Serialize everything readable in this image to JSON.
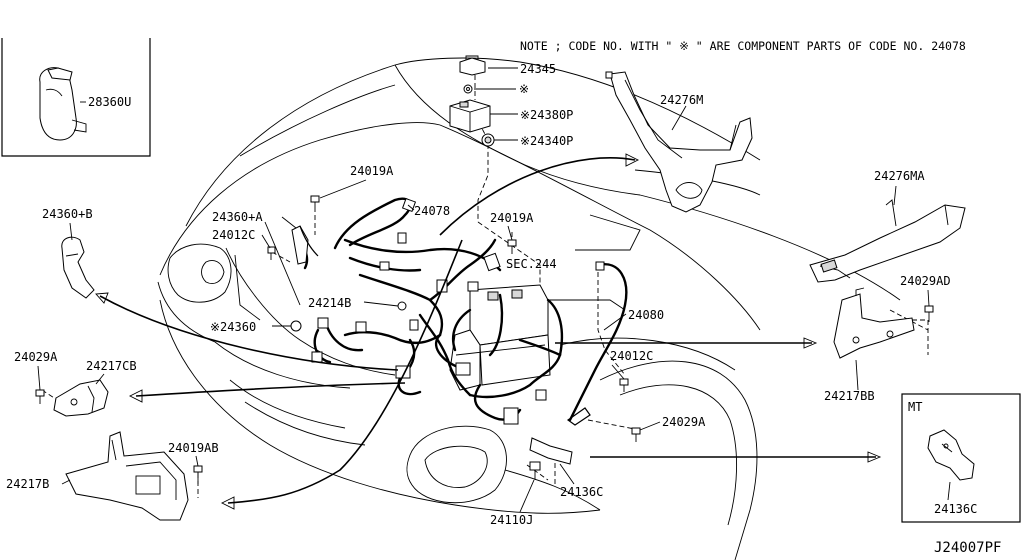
{
  "note": "NOTE ; CODE NO. WITH \" ※ \" ARE COMPONENT PARTS OF CODE NO. 24078",
  "catalog_code": "J24007PF",
  "inset_mt_label": "MT",
  "parts": {
    "p28360U": "28360U",
    "p24345": "24345",
    "p_star": "※",
    "p24380P": "※24380P",
    "p24340P": "※24340P",
    "p24276M": "24276M",
    "p24276MA": "24276MA",
    "p24019A_top": "24019A",
    "p24078": "24078",
    "p24360B": "24360+B",
    "p24360A": "24360+A",
    "p24012C_left": "24012C",
    "p24019A_mid": "24019A",
    "pSEC244": "SEC.244",
    "p24029AD": "24029AD",
    "p24214B": "24214B",
    "p24080": "24080",
    "p24360": "※24360",
    "p24029A_left": "24029A",
    "p24217CB": "24217CB",
    "p24012C_right": "24012C",
    "p24217BB": "24217BB",
    "p24019AB": "24019AB",
    "p24029A_right": "24029A",
    "p24217B": "24217B",
    "p24136C": "24136C",
    "p24136C_inset": "24136C",
    "p24110J": "24110J"
  }
}
